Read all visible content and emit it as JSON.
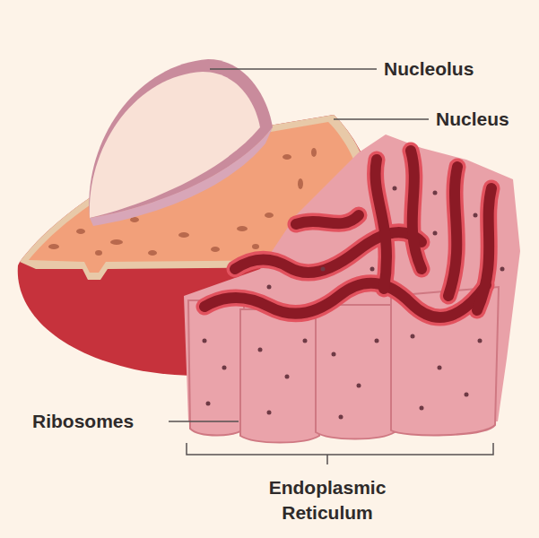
{
  "diagram": {
    "labels": [
      "Nucleolus",
      "Nucleus",
      "Ribosomes",
      "Endoplasmic Reticulum"
    ]
  }
}
